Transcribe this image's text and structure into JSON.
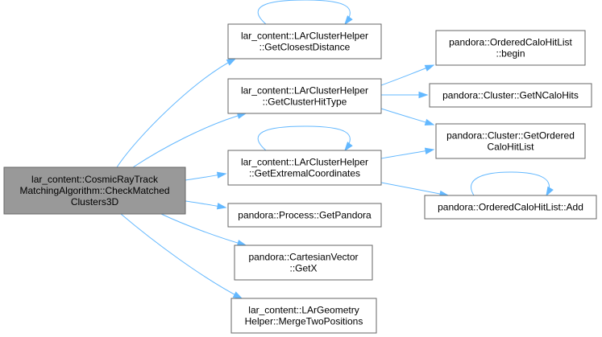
{
  "graph": {
    "root": {
      "lines": [
        "lar_content::CosmicRayTrack",
        "MatchingAlgorithm::CheckMatched",
        "Clusters3D"
      ]
    },
    "nodes": {
      "get_closest_distance": {
        "lines": [
          "lar_content::LArClusterHelper",
          "::GetClosestDistance"
        ]
      },
      "get_cluster_hit_type": {
        "lines": [
          "lar_content::LArClusterHelper",
          "::GetClusterHitType"
        ]
      },
      "get_extremal_coordinates": {
        "lines": [
          "lar_content::LArClusterHelper",
          "::GetExtremalCoordinates"
        ]
      },
      "get_pandora": {
        "lines": [
          "pandora::Process::GetPandora"
        ]
      },
      "get_x": {
        "lines": [
          "pandora::CartesianVector",
          "::GetX"
        ]
      },
      "merge_two_positions": {
        "lines": [
          "lar_content::LArGeometry",
          "Helper::MergeTwoPositions"
        ]
      },
      "ordered_calo_hit_list_begin": {
        "lines": [
          "pandora::OrderedCaloHitList",
          "::begin"
        ]
      },
      "get_n_calo_hits": {
        "lines": [
          "pandora::Cluster::GetNCaloHits"
        ]
      },
      "get_ordered_calo_hit_list": {
        "lines": [
          "pandora::Cluster::GetOrdered",
          "CaloHitList"
        ]
      },
      "ordered_calo_hit_list_add": {
        "lines": [
          "pandora::OrderedCaloHitList::Add"
        ]
      }
    },
    "colors": {
      "edge": "#63b8ff",
      "root_fill": "#999999",
      "node_fill": "#ffffff",
      "border": "#666666"
    }
  }
}
